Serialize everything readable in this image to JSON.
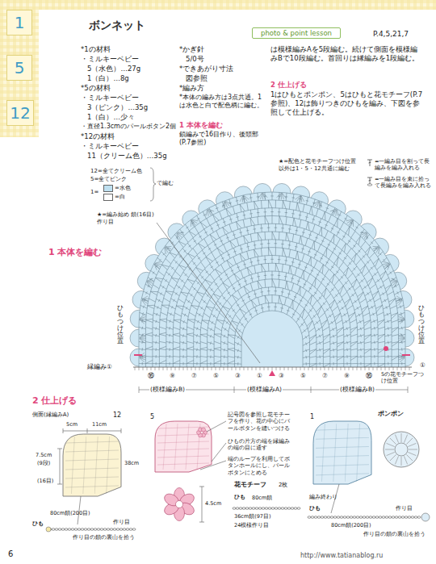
{
  "diagram": {
    "title": "ボンネット",
    "nodes": [
      {
        "text": [
          "1"
        ]
      },
      {
        "text": [
          "5"
        ]
      },
      {
        "text": [
          "12"
        ]
      },
      {
        "text": [
          "photo & point lesson"
        ]
      }
    ],
    "labels": [
      "*1の材料",
      "・ミルキーベビー",
      "5（水色）…27g",
      "1（白）…8g",
      "*5の材料",
      "・ミルキーベビー",
      "3（ピンク）…35g",
      "1（白）…少々",
      "・直径1.3cmのパールボタン2個",
      "*12の材料",
      "・ミルキーベビー",
      "11（クリーム色）…35g",
      "*かぎ針",
      "5/0号",
      "*できあがり寸法",
      "図参照",
      "*編み方",
      "*本体の編み方は3点共通。1は水色と白で配色柄に編む。",
      "1 本体を編む",
      "鎖編みで16目作り、後頭部(P.7参照)",
      "は模様編みAを5段編む。続けて側面を模様編みBで10段編む。首回りは縁編みを1段編む。",
      "2 仕上げる",
      "1はひもとポンポン、5はひもと花モチーフ(P.7参照)、12は飾りつきのひもを編み、下図を参照して仕上げる。",
      "★=配色と花モチーフつけ位置以外は1・5・12共通に編む",
      "=一編み目を割って長編みを編み入れる",
      "=一編み目を束に拾って長編みを編み入れる",
      "12=全てクリーム色",
      "5=全てピンク",
      "1=",
      "で編む",
      "★=編み始め 鎖(16目)作り目",
      "1 本体を編む",
      "ひもつけ位置",
      "ひもつけ位置",
      "縁編み①",
      "①",
      "⑯",
      "⑨",
      "⑦",
      "⑤",
      "③",
      "①",
      "③",
      "⑤",
      "⑦",
      "⑨",
      "⑯",
      "5の花モチーフつけ位置",
      "(模様編みB)",
      "(模様編みA)",
      "(模様編みB)",
      "2 仕上げる",
      "側面(縁編みA)",
      "12",
      "5cm",
      "11cm",
      "38cm",
      "7.5cm",
      "(9段)",
      "(16目)",
      "80cm鎖(200目)",
      "ひも",
      "作り目",
      "作り目の鎖の裏山を拾う",
      "6",
      "5",
      "記号図を参照し花モチーフを作り、花の中心にパールボタンを縫いつける",
      "ひもの片方の端を縁編みの端の目に通す",
      "端のループを利用してボタンホールにし、パールボタンにとめる",
      "花モチーフ",
      "2枚",
      "4.5cm",
      "ひも",
      "80cm鎖",
      "36cm鎖(97目)",
      "24模様作り目",
      "1",
      "ポンポン",
      "編み終わり",
      "ひも",
      "作り目",
      "80cm鎖(200目)",
      "作り目の鎖の裏山を拾う",
      "http://www.tatianablog.ru",
      "P.4,5,21,7"
    ],
    "legend": [
      {
        "text": "=水色",
        "color": "#bfe0f0"
      },
      {
        "text": "=白",
        "color": "#ffffff"
      }
    ]
  }
}
